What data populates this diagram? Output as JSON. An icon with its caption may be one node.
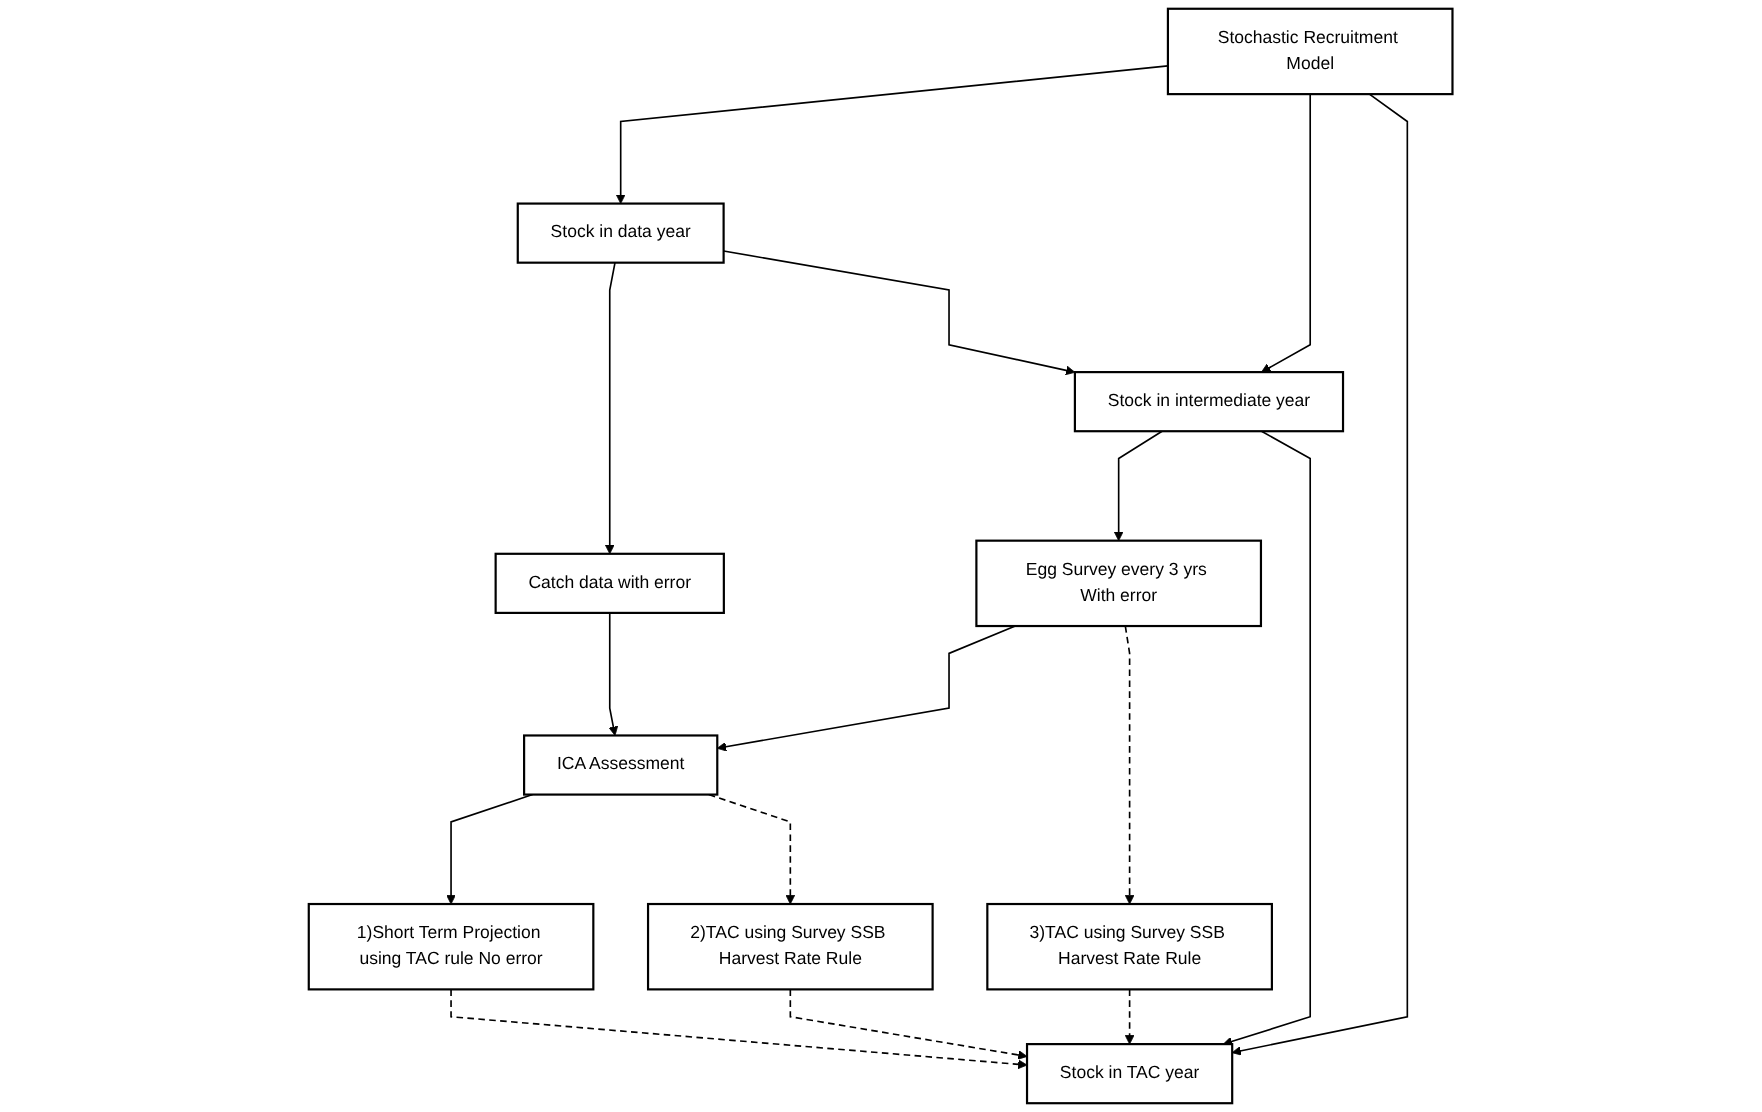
{
  "diagram": {
    "nodes": [
      {
        "text": [
          "Stochastic Recruitment Model"
        ]
      },
      {
        "text": [
          "Stock in data year"
        ]
      },
      {
        "text": [
          "Catch data with error"
        ]
      },
      {
        "text": [
          "Stock in intermediate year"
        ]
      },
      {
        "text": [
          "Egg Survey every 3 yrs With error"
        ]
      },
      {
        "text": [
          "3)TAC using Survey SSB Harvest Rate Rule"
        ]
      },
      {
        "text": [
          "ICA Assessment"
        ]
      },
      {
        "text": [
          "2)TAC using Survey SSB Harvest Rate Rule"
        ]
      },
      {
        "text": [
          "Stock in TAC year"
        ]
      },
      {
        "text": [
          "1)Short Term Projection using TAC rule No error"
        ]
      }
    ],
    "edges": [
      {
        "from": 0,
        "to": 1,
        "arrow": "to"
      },
      {
        "from": 0,
        "to": 3,
        "arrow": "to"
      },
      {
        "from": 0,
        "to": 8,
        "arrow": "to"
      },
      {
        "from": 1,
        "to": 2,
        "arrow": "to"
      },
      {
        "from": 1,
        "to": 3,
        "arrow": "to"
      },
      {
        "from": 3,
        "to": 4,
        "arrow": "to"
      },
      {
        "from": 3,
        "to": 8,
        "arrow": "to"
      },
      {
        "from": 2,
        "to": 6,
        "arrow": "to"
      },
      {
        "from": 4,
        "to": 6,
        "arrow": "to"
      },
      {
        "from": 4,
        "to": 5,
        "arrow": "to",
        "style": "dashed"
      },
      {
        "from": 6,
        "to": 9,
        "arrow": "to"
      },
      {
        "from": 6,
        "to": 7,
        "arrow": "to",
        "style": "dashed"
      },
      {
        "from": 5,
        "to": 8,
        "arrow": "to",
        "style": "dashed"
      },
      {
        "from": 7,
        "to": 8,
        "arrow": "to",
        "style": "dashed"
      },
      {
        "from": 9,
        "to": 8,
        "arrow": "to",
        "style": "dashed"
      }
    ]
  }
}
